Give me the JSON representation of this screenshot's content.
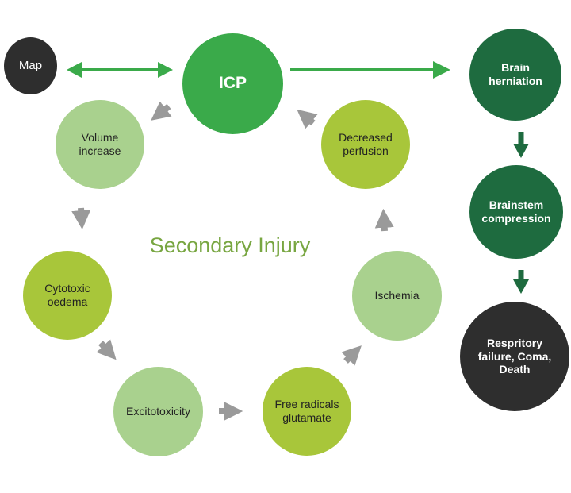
{
  "center_title": "Secondary Injury",
  "nodes": {
    "map": "Map",
    "icp": "ICP",
    "volume_increase": "Volume\nincrease",
    "cytotoxic_oedema": "Cytotoxic\noedema",
    "excitotoxicity": "Excitotoxicity",
    "free_radicals": "Free radicals\nglutamate",
    "ischemia": "Ischemia",
    "decreased_perfusion": "Decreased\nperfusion",
    "brain_herniation": "Brain\nherniation",
    "brainstem_compression": "Brainstem\ncompression",
    "respiratory_failure": "Respritory\nfailure, Coma,\nDeath"
  },
  "colors": {
    "icp": "#3aaa4a",
    "light_green": "#a9d18e",
    "lime_green": "#a8c63a",
    "dark_green": "#1e6b3f",
    "charcoal": "#2e2e2e",
    "arrow_gray": "#9a9a9a",
    "arrow_green": "#3aaa4a",
    "title_green": "#78a641"
  }
}
